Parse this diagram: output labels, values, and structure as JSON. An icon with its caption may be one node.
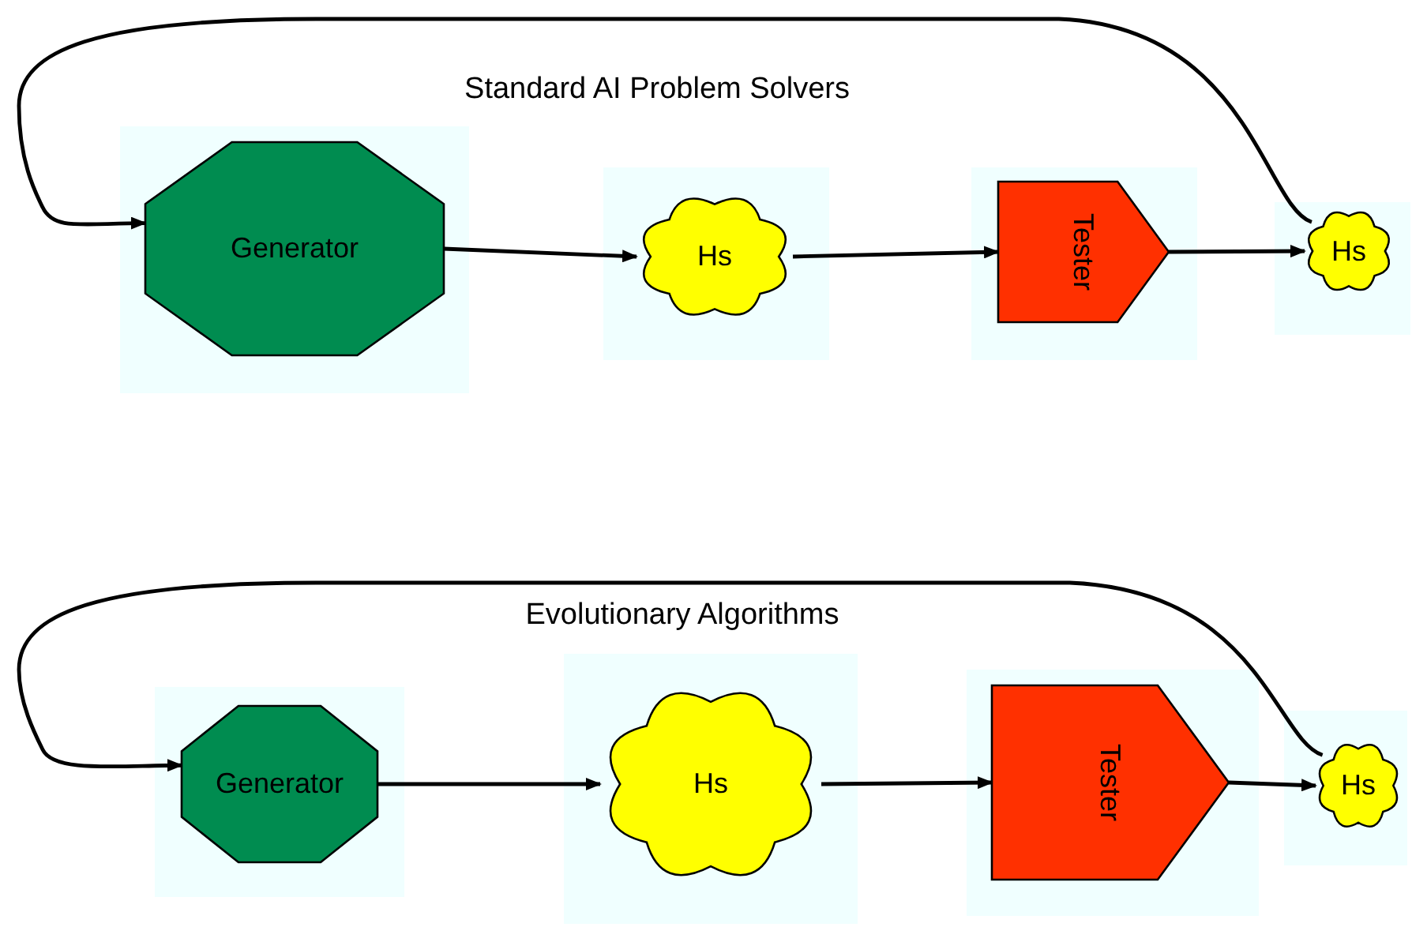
{
  "diagram": {
    "nodes": [
      {
        "text": [
          "Generator"
        ]
      },
      {
        "text": [
          "Hs"
        ]
      },
      {
        "text": [
          "Tester"
        ]
      },
      {
        "text": [
          "Hs"
        ]
      },
      {
        "text": [
          "Generator"
        ]
      },
      {
        "text": [
          "Hs"
        ]
      },
      {
        "text": [
          "Tester"
        ]
      },
      {
        "text": [
          "Hs"
        ]
      }
    ],
    "edges": [
      {
        "from": 0,
        "to": 1,
        "arrow": "to"
      },
      {
        "from": 1,
        "to": 2,
        "arrow": "to"
      },
      {
        "from": 2,
        "to": 3,
        "arrow": "to"
      },
      {
        "from": 3,
        "to": 0,
        "arrow": "to"
      },
      {
        "from": 4,
        "to": 5,
        "arrow": "to"
      },
      {
        "from": 5,
        "to": 6,
        "arrow": "to"
      },
      {
        "from": 6,
        "to": 7,
        "arrow": "to"
      },
      {
        "from": 7,
        "to": 4,
        "arrow": "to"
      }
    ],
    "labels": [
      "Standard AI Problem Solvers",
      "Evolutionary Algorithms"
    ]
  }
}
